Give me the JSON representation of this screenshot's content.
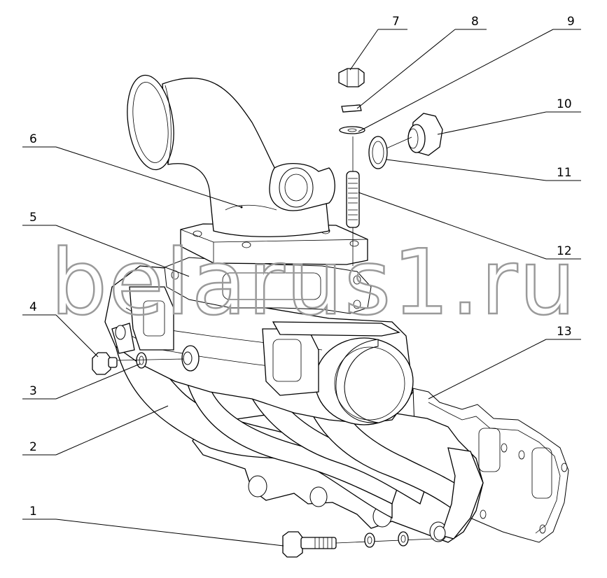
{
  "watermark": "belarus1.ru",
  "callouts": [
    {
      "id": "1",
      "text": "1"
    },
    {
      "id": "2",
      "text": "2"
    },
    {
      "id": "3",
      "text": "3"
    },
    {
      "id": "4",
      "text": "4"
    },
    {
      "id": "5",
      "text": "5"
    },
    {
      "id": "6",
      "text": "6"
    },
    {
      "id": "7",
      "text": "7"
    },
    {
      "id": "8",
      "text": "8"
    },
    {
      "id": "9",
      "text": "9"
    },
    {
      "id": "10",
      "text": "10"
    },
    {
      "id": "11",
      "text": "11"
    },
    {
      "id": "12",
      "text": "12"
    },
    {
      "id": "13",
      "text": "13"
    }
  ],
  "colors": {
    "line": "#000000",
    "background": "#ffffff",
    "watermark": "#9a9a9a"
  }
}
